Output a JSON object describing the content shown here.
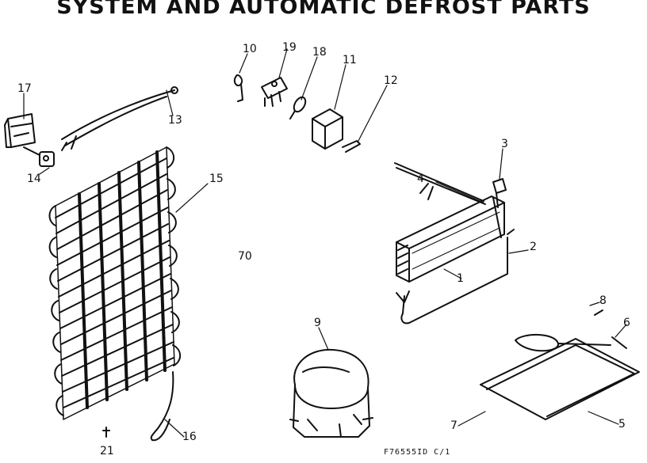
{
  "title": "SYSTEM AND AUTOMATIC DEFROST PARTS",
  "callouts": {
    "c1": "1",
    "c2": "2",
    "c3": "3",
    "c4": "4",
    "c5": "5",
    "c6": "6",
    "c8": "8",
    "c9": "9",
    "c10": "10",
    "c11": "11",
    "c12": "12",
    "c13": "13",
    "c14": "14",
    "c15": "15",
    "c16": "16",
    "c17": "17",
    "c18": "18",
    "c19": "19",
    "c21": "21",
    "c7": "7",
    "c70": "70"
  },
  "figure_code": "F76555ID  C/1"
}
